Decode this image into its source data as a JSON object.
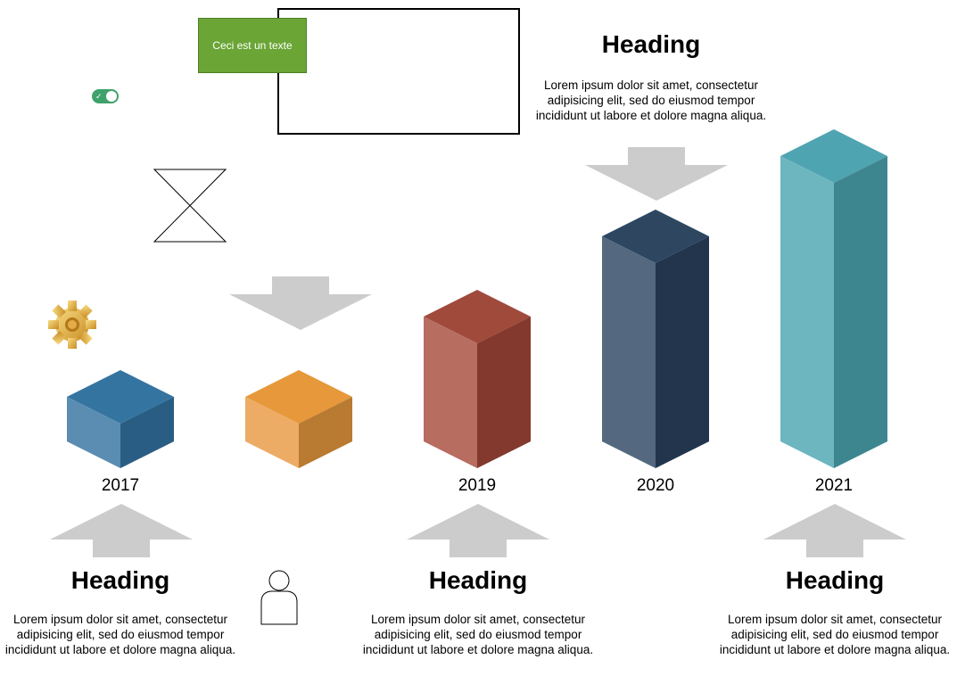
{
  "text_box": {
    "label": "Ceci est un texte"
  },
  "top_callout": {
    "heading": "Heading",
    "body": "Lorem ipsum dolor sit amet, consectetur adipisicing elit, sed do eiusmod tempor incididunt ut labore et dolore magna aliqua."
  },
  "timeline": {
    "items": [
      {
        "year": "2017",
        "level": 1,
        "colors": {
          "top": "#3474a0",
          "left": "#5b8db2",
          "right": "#2a5d84"
        }
      },
      {
        "year": "",
        "level": 1,
        "colors": {
          "top": "#e6983a",
          "left": "#edac65",
          "right": "#b97a31"
        }
      },
      {
        "year": "2019",
        "level": 2,
        "colors": {
          "top": "#a04a3c",
          "left": "#b76d60",
          "right": "#84392e"
        }
      },
      {
        "year": "2020",
        "level": 3,
        "colors": {
          "top": "#2e4660",
          "left": "#546880",
          "right": "#22354c"
        }
      },
      {
        "year": "2021",
        "level": 4,
        "colors": {
          "top": "#4fa4b1",
          "left": "#6db6c0",
          "right": "#3d868f"
        }
      }
    ],
    "bottom_callouts": [
      {
        "heading": "Heading",
        "body": "Lorem ipsum dolor sit amet, consectetur adipisicing elit, sed do eiusmod tempor incididunt ut labore et dolore magna aliqua."
      },
      {
        "heading": "Heading",
        "body": "Lorem ipsum dolor sit amet, consectetur adipisicing elit, sed do eiusmod tempor incididunt ut labore et dolore magna aliqua."
      },
      {
        "heading": "Heading",
        "body": "Lorem ipsum dolor sit amet, consectetur adipisicing elit, sed do eiusmod tempor incididunt ut labore et dolore magna aliqua."
      }
    ]
  },
  "icons": {
    "toggle": "toggle-switch-icon",
    "hourglass": "hourglass-icon",
    "gear": "gear-icon",
    "user": "user-icon",
    "arrow_down": "arrow-down-icon",
    "arrow_up": "arrow-up-icon"
  },
  "colors": {
    "arrow": "#cccccc",
    "toggle": "#3fa26b",
    "text_box": "#6aa536"
  }
}
